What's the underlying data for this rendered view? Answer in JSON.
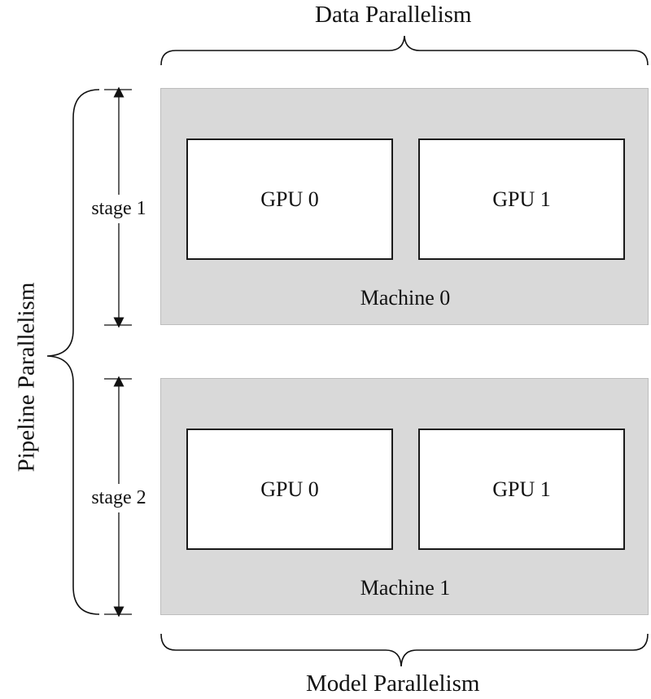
{
  "labels": {
    "top": "Data Parallelism",
    "bottom": "Model Parallelism",
    "left": "Pipeline Parallelism"
  },
  "machines": [
    {
      "name": "Machine 0",
      "gpus": [
        "GPU 0",
        "GPU 1"
      ],
      "stage": "stage 1"
    },
    {
      "name": "Machine 1",
      "gpus": [
        "GPU 0",
        "GPU 1"
      ],
      "stage": "stage 2"
    }
  ]
}
